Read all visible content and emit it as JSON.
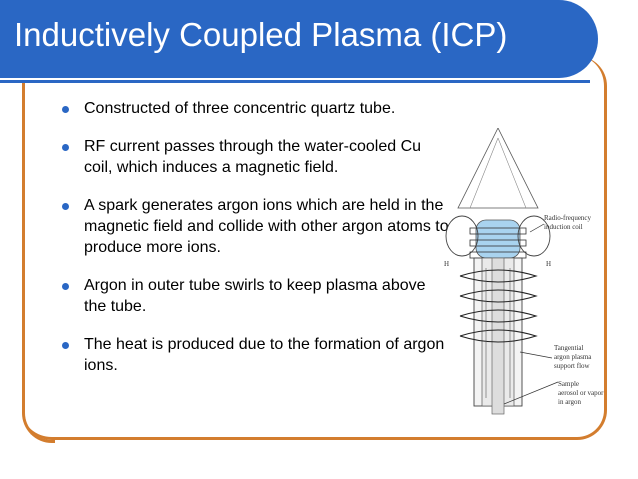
{
  "slide": {
    "title": "Inductively Coupled Plasma (ICP)",
    "bullets": [
      "Constructed of three concentric quartz tube.",
      "RF current passes through the water-cooled Cu coil, which induces a magnetic field.",
      "A spark generates argon ions which are held in the magnetic field and collide with other argon atoms to produce more ions.",
      "Argon in outer tube swirls to keep plasma above the tube.",
      "The heat is produced due to the formation of argon ions."
    ]
  },
  "diagram": {
    "label_coil_1": "Radio-frequency",
    "label_coil_2": "induction coil",
    "label_flow_1": "Tangential",
    "label_flow_2": "argon plasma",
    "label_flow_3": "support flow",
    "label_sample_1": "Sample",
    "label_sample_2": "aerosol or vapor",
    "label_sample_3": "in argon",
    "label_h_left": "H",
    "label_h_right": "H"
  },
  "colors": {
    "accent_blue": "#2a67c4",
    "frame_orange": "#d37d2e",
    "plasma_blue": "#a9d3ef"
  }
}
